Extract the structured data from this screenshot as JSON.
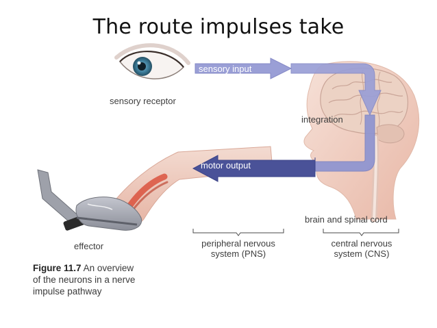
{
  "title": "The route impulses take",
  "labels": {
    "sensory_input": "sensory input",
    "sensory_receptor": "sensory receptor",
    "integration": "integration",
    "motor_output": "motor output",
    "brain_spinal_cord": "brain and spinal cord",
    "effector": "effector",
    "pns_line1": "peripheral nervous",
    "pns_line2": "system (PNS)",
    "cns_line1": "central nervous",
    "cns_line2": "system (CNS)"
  },
  "caption": {
    "figure": "Figure 11.7",
    "text_line1": "An overview",
    "text_line2": "of the neurons in a nerve",
    "text_line3": "impulse pathway"
  },
  "colors": {
    "sensory_arrow": "#9a9fd6",
    "motor_arrow": "#4a5298",
    "skin": "#f1d3c7",
    "brain": "#ecd2c4"
  }
}
